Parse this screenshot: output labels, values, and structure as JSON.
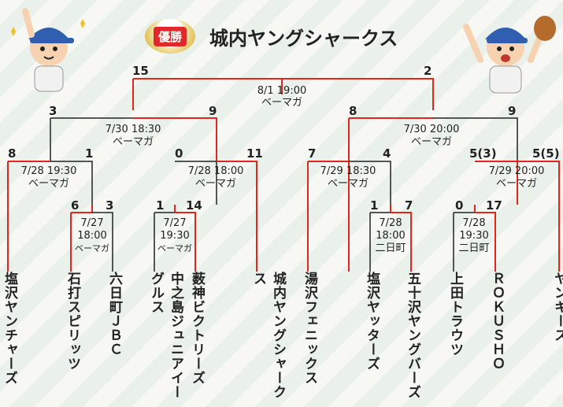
{
  "title": {
    "badge": "優勝",
    "champion": "城内ヤングシャークス"
  },
  "colors": {
    "winner": "#e0261f",
    "loser": "#222222",
    "gold": "#e0b540"
  },
  "final": {
    "date": "8/1 19:00",
    "venue": "ベーマガ",
    "left_score": "15",
    "right_score": "2"
  },
  "semis": [
    {
      "date": "7/30 18:30",
      "venue": "ベーマガ",
      "left_score": "3",
      "right_score": "9"
    },
    {
      "date": "7/30 20:00",
      "venue": "ベーマガ",
      "left_score": "8",
      "right_score": "9"
    }
  ],
  "quarters": [
    {
      "date": "7/28 19:30",
      "venue": "ベーマガ",
      "left_score": "8",
      "right_score": "1"
    },
    {
      "date": "7/28 18:00",
      "venue": "ベーマガ",
      "left_score": "0",
      "right_score": "11"
    },
    {
      "date": "7/29 18:30",
      "venue": "ベーマガ",
      "left_score": "7",
      "right_score": "4"
    },
    {
      "date": "7/29 20:00",
      "venue": "ベーマガ",
      "left_score": "5(3)",
      "right_score": "5(5)"
    }
  ],
  "first_round": [
    {
      "date": "7/27",
      "time": "18:00",
      "venue": "ベーマガ",
      "left_score": "6",
      "right_score": "3"
    },
    {
      "date": "7/27",
      "time": "19:30",
      "venue": "ベーマガ",
      "left_score": "1",
      "right_score": "14"
    },
    {
      "date": "7/28",
      "time": "18:00",
      "venue": "二日町",
      "left_score": "1",
      "right_score": "7"
    },
    {
      "date": "7/28",
      "time": "19:30",
      "venue": "二日町",
      "left_score": "0",
      "right_score": "17"
    }
  ],
  "teams": [
    "塩沢ヤンチャーズ",
    "石打スピリッツ",
    "六日町ＪＢＣ",
    "中之島ジュニアイーグルス",
    "薮神ビクトリーズ",
    "城内ヤングシャークス",
    "湯沢フェニックス",
    "塩沢ヤッターズ",
    "五十沢ヤングバーズ",
    "上田トラウツ",
    "ＲＯＫＵＳＨＯ",
    "ヤンキース"
  ],
  "characters": [
    "pointing-player-icon",
    "cheering-player-icon"
  ]
}
